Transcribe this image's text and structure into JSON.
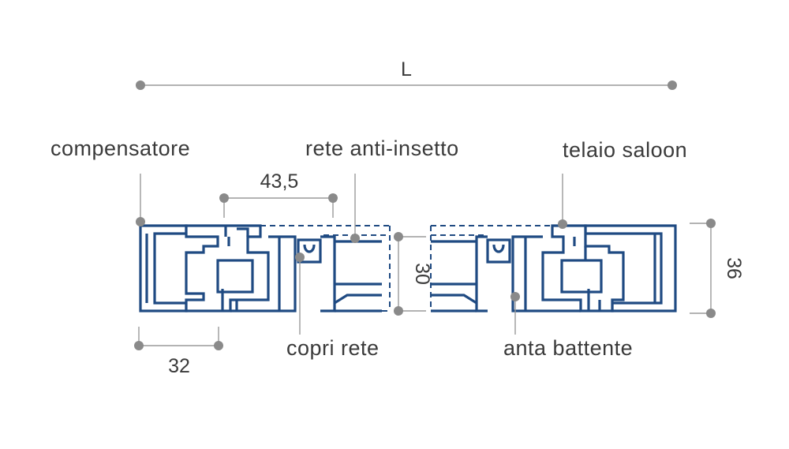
{
  "labels": {
    "compensatore": "compensatore",
    "rete": "rete anti-insetto",
    "telaio": "telaio saloon",
    "copri_rete": "copri rete",
    "anta": "anta battente"
  },
  "dimensions": {
    "L": "L",
    "d43": "43,5",
    "d32": "32",
    "d30": "30",
    "d36": "36"
  },
  "colors": {
    "profile": "#1f4a82",
    "leader": "#9a9a9a",
    "text": "#3a3a3a"
  }
}
